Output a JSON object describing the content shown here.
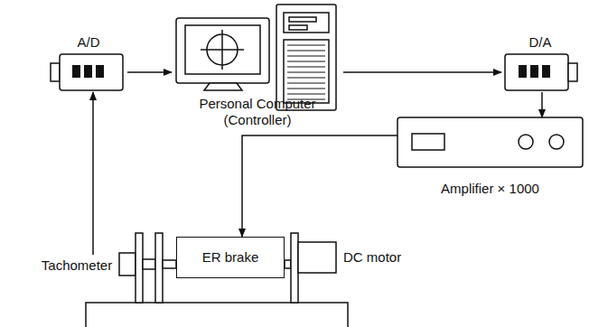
{
  "diagram": {
    "nodes": [
      {
        "text": [
          "A/D"
        ]
      },
      {
        "text": [
          "Personal Computer (Controller)"
        ]
      },
      {
        "text": [
          "D/A"
        ]
      },
      {
        "text": [
          "Amplifier × 1000"
        ]
      },
      {
        "text": [
          "Tachometer"
        ]
      },
      {
        "text": [
          "ER brake"
        ]
      },
      {
        "text": [
          "DC motor"
        ]
      }
    ],
    "edges": [
      {
        "from": 4,
        "to": 0,
        "arrow": "to"
      },
      {
        "from": 0,
        "to": 1,
        "arrow": "to"
      },
      {
        "from": 1,
        "to": 2,
        "arrow": "to"
      },
      {
        "from": 2,
        "to": 3,
        "arrow": "to"
      },
      {
        "from": 3,
        "to": 5,
        "arrow": "to"
      }
    ]
  }
}
